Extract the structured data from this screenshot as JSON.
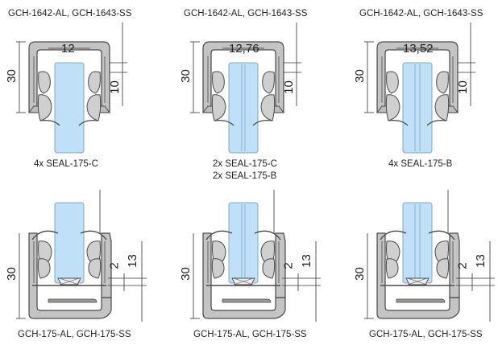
{
  "top": {
    "titles": [
      "GCH-1642-AL, GCH-1643-SS",
      "GCH-1642-AL, GCH-1643-SS",
      "GCH-1642-AL, GCH-1643-SS"
    ],
    "widths": [
      "12",
      "12,76",
      "13,52"
    ],
    "height": "30",
    "depth": "10",
    "seals": [
      [
        "4x  SEAL-175-C"
      ],
      [
        "2x  SEAL-175-C",
        "2x  SEAL-175-B"
      ],
      [
        "4x  SEAL-175-B"
      ]
    ]
  },
  "bottom": {
    "titles": [
      "GCH-175-AL,  GCH-175-SS",
      "GCH-175-AL,  GCH-175-SS",
      "GCH-175-AL,  GCH-175-SS"
    ],
    "height": "30",
    "gap": "2",
    "depth": "13"
  },
  "colors": {
    "profile_fill": "#bfbfbf",
    "profile_stroke": "#4a4a4a",
    "glass": "#bfe0f7",
    "glass_stroke": "#7fa8c8",
    "dim_line": "#333333"
  }
}
